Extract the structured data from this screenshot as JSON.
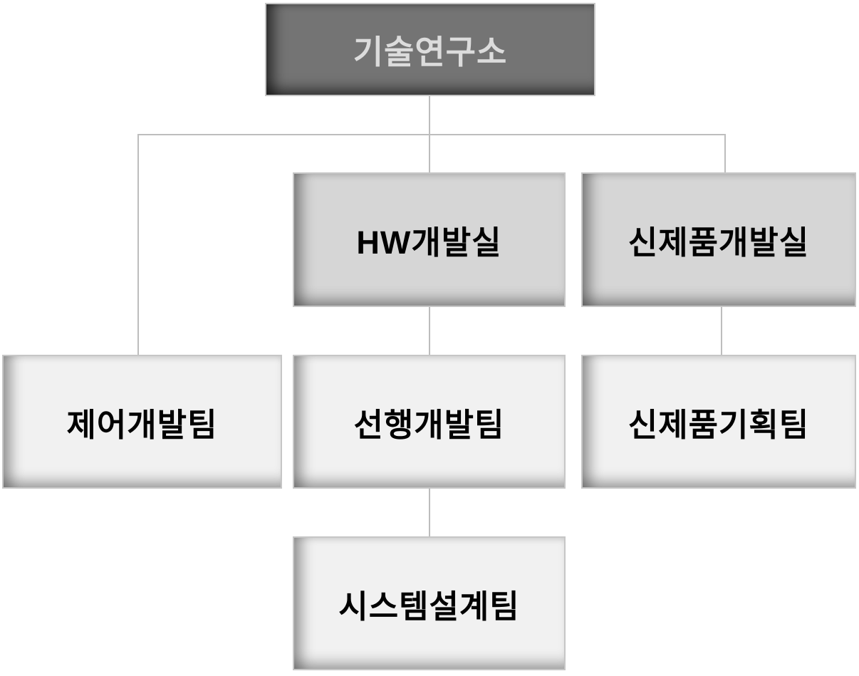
{
  "org_chart": {
    "type": "organization-chart",
    "nodes": {
      "root": {
        "label": "기술연구소",
        "level": 1,
        "fill": "#747474",
        "text_color": "#dcdcdc"
      },
      "hw_lab": {
        "label": "HW개발실",
        "level": 2,
        "fill": "#d6d6d6",
        "text_color": "#000000"
      },
      "new_product_lab": {
        "label": "신제품개발실",
        "level": 2,
        "fill": "#d6d6d6",
        "text_color": "#000000"
      },
      "control_team": {
        "label": "제어개발팀",
        "level": 3,
        "fill": "#f1f1f1",
        "text_color": "#000000"
      },
      "advanced_team": {
        "label": "선행개발팀",
        "level": 3,
        "fill": "#f1f1f1",
        "text_color": "#000000"
      },
      "planning_team": {
        "label": "신제품기획팀",
        "level": 3,
        "fill": "#f1f1f1",
        "text_color": "#000000"
      },
      "system_team": {
        "label": "시스템설계팀",
        "level": 4,
        "fill": "#f1f1f1",
        "text_color": "#000000"
      }
    },
    "edges": [
      {
        "from": "root",
        "to": "control_team"
      },
      {
        "from": "root",
        "to": "hw_lab"
      },
      {
        "from": "root",
        "to": "new_product_lab"
      },
      {
        "from": "hw_lab",
        "to": "advanced_team"
      },
      {
        "from": "new_product_lab",
        "to": "planning_team"
      },
      {
        "from": "advanced_team",
        "to": "system_team"
      }
    ],
    "colors": {
      "background": "#ffffff",
      "border": "#c6c6c6",
      "connector": "#bdbdbd"
    }
  }
}
